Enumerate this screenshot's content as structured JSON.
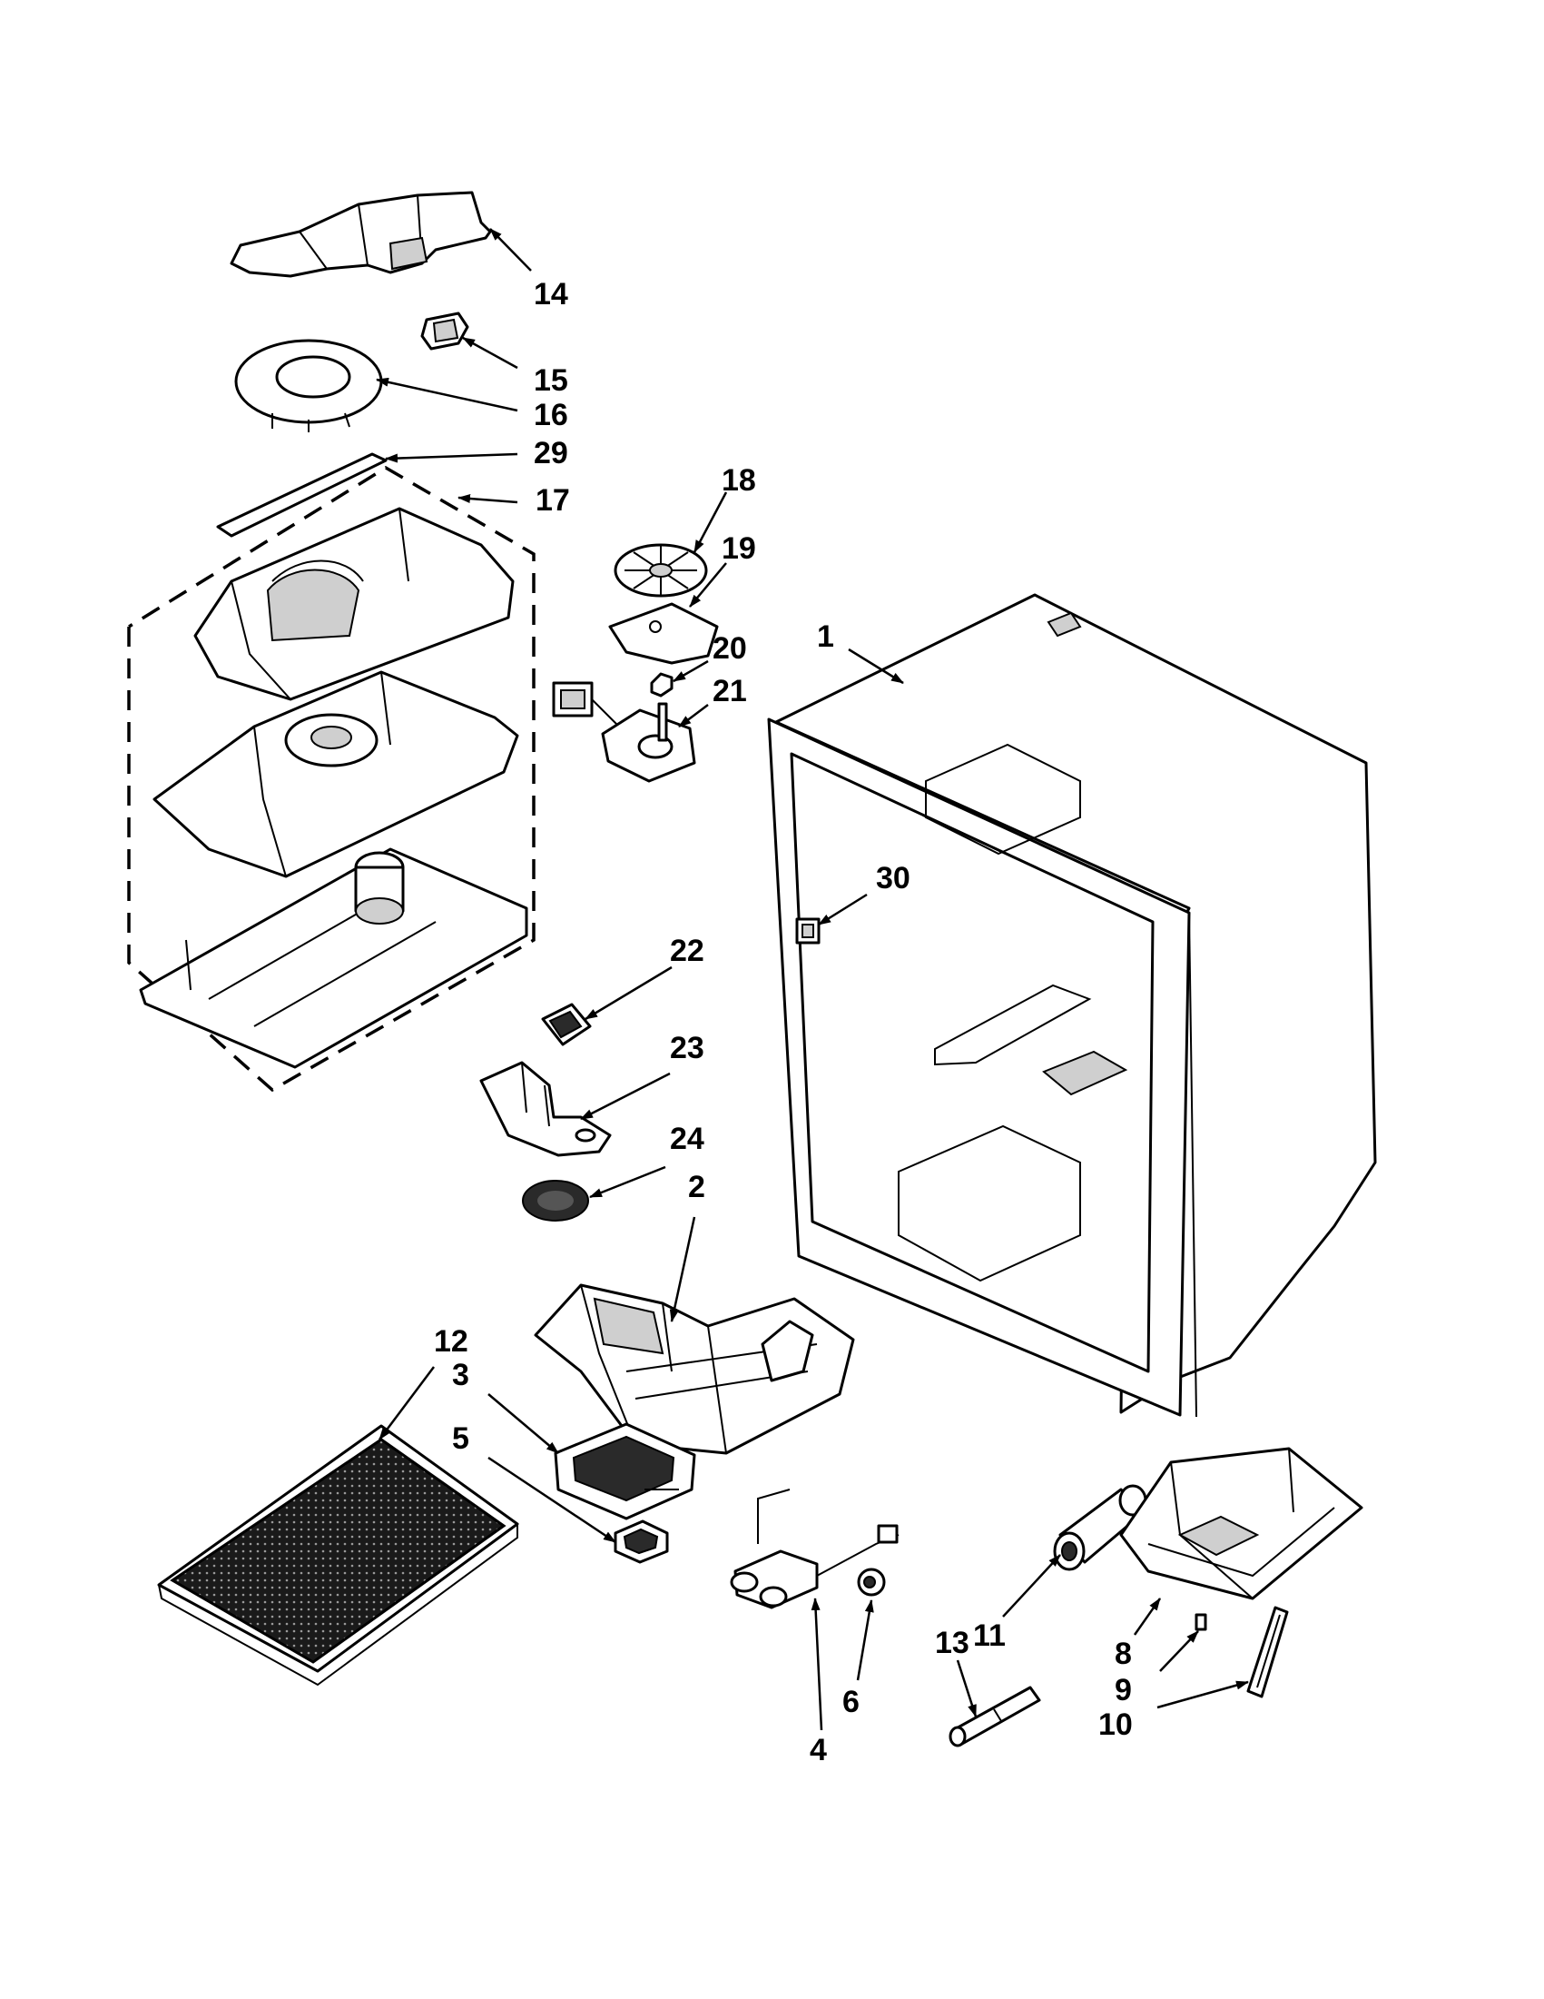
{
  "callouts": [
    {
      "id": "14",
      "label": "14"
    },
    {
      "id": "15",
      "label": "15"
    },
    {
      "id": "16",
      "label": "16"
    },
    {
      "id": "29",
      "label": "29"
    },
    {
      "id": "17",
      "label": "17"
    },
    {
      "id": "18",
      "label": "18"
    },
    {
      "id": "19",
      "label": "19"
    },
    {
      "id": "20",
      "label": "20"
    },
    {
      "id": "21",
      "label": "21"
    },
    {
      "id": "1",
      "label": "1"
    },
    {
      "id": "30",
      "label": "30"
    },
    {
      "id": "22",
      "label": "22"
    },
    {
      "id": "23",
      "label": "23"
    },
    {
      "id": "24",
      "label": "24"
    },
    {
      "id": "2",
      "label": "2"
    },
    {
      "id": "12",
      "label": "12"
    },
    {
      "id": "3",
      "label": "3"
    },
    {
      "id": "5",
      "label": "5"
    },
    {
      "id": "11",
      "label": "11"
    },
    {
      "id": "8",
      "label": "8"
    },
    {
      "id": "9",
      "label": "9"
    },
    {
      "id": "10",
      "label": "10"
    },
    {
      "id": "13",
      "label": "13"
    },
    {
      "id": "4",
      "label": "4"
    },
    {
      "id": "6",
      "label": "6"
    }
  ]
}
